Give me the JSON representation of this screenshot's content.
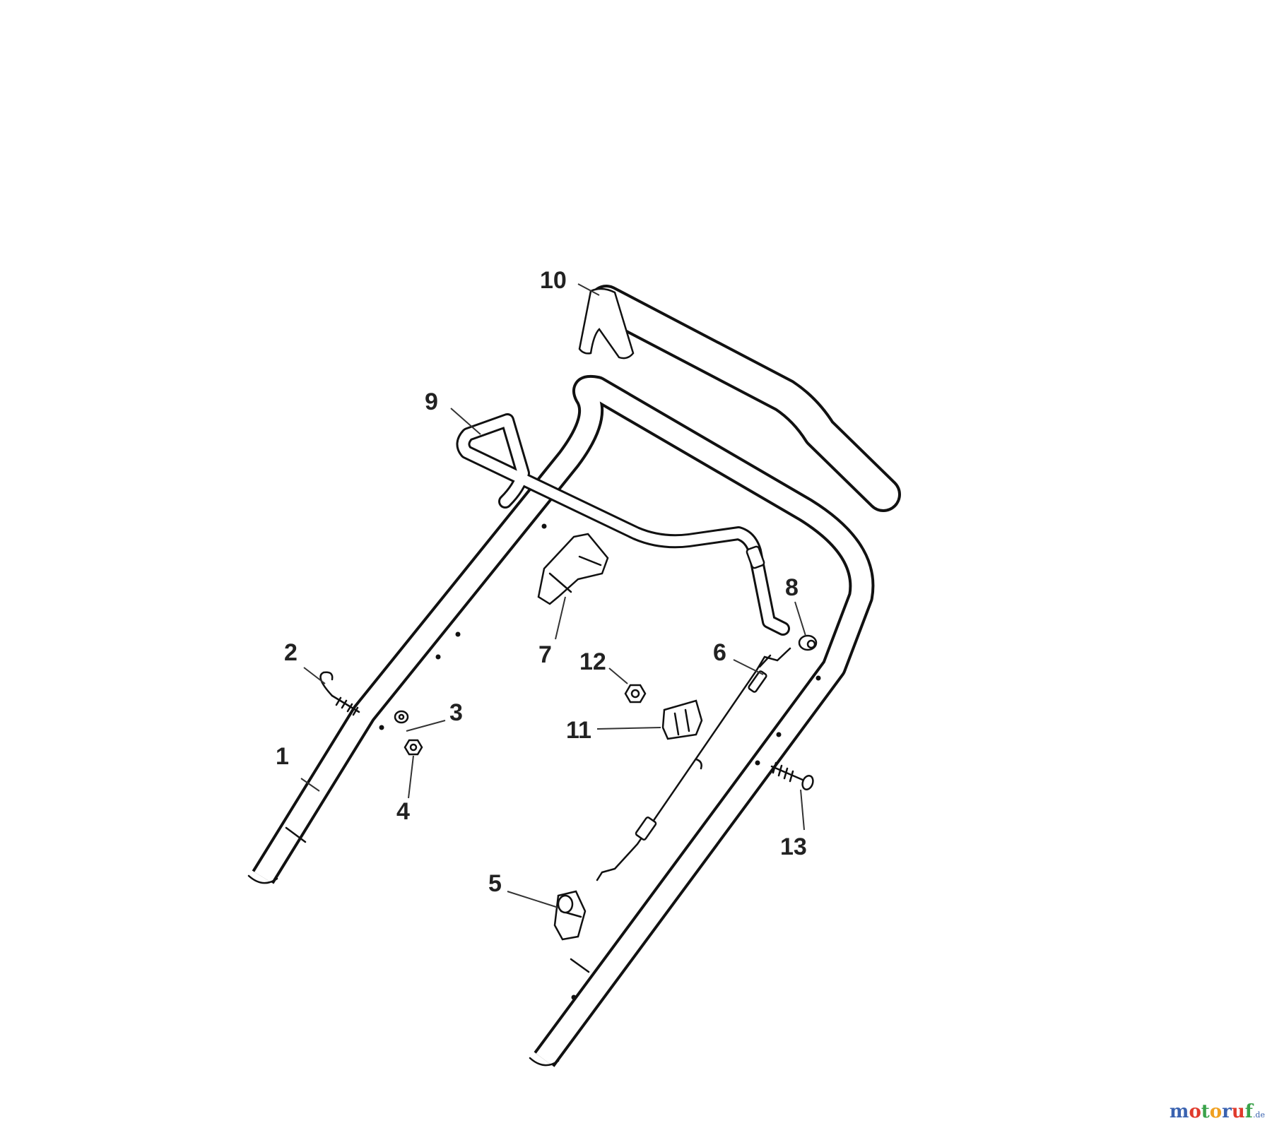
{
  "callouts": [
    {
      "id": "1",
      "label": "1"
    },
    {
      "id": "2",
      "label": "2"
    },
    {
      "id": "3",
      "label": "3"
    },
    {
      "id": "4",
      "label": "4"
    },
    {
      "id": "5",
      "label": "5"
    },
    {
      "id": "6",
      "label": "6"
    },
    {
      "id": "7",
      "label": "7"
    },
    {
      "id": "8",
      "label": "8"
    },
    {
      "id": "9",
      "label": "9"
    },
    {
      "id": "10",
      "label": "10"
    },
    {
      "id": "11",
      "label": "11"
    },
    {
      "id": "12",
      "label": "12"
    },
    {
      "id": "13",
      "label": "13"
    }
  ],
  "logo": {
    "letters": [
      "m",
      "o",
      "t",
      "o",
      "r",
      "u",
      "f"
    ],
    "suffix": ".de",
    "colors": [
      "#3a62b0",
      "#e03a2c",
      "#3aa24a",
      "#f0a020",
      "#3a62b0",
      "#e03a2c",
      "#3aa24a"
    ]
  }
}
